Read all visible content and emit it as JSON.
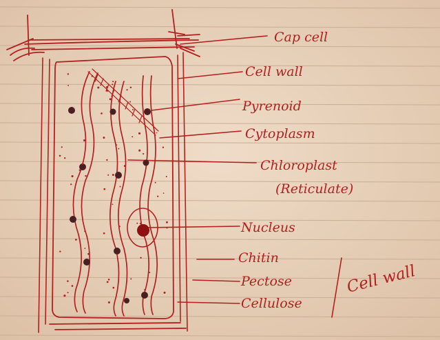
{
  "labels": {
    "cap_cell": "Cap cell",
    "cell_wall": "Cell wall",
    "pyrenoid": "Pyrenoid",
    "cytoplasm": "Cytoplasm",
    "chloroplast": "Chloroplast",
    "reticulate": "(Reticulate)",
    "nucleus": "Nucleus",
    "chitin": "Chitin",
    "pectose": "Pectose",
    "cellulose": "Cellulose",
    "cell_wall_group": "Cell wall"
  },
  "colors": {
    "paper": "#e9d3bc",
    "ruling": "#c9ad95",
    "ink": "#b3201f"
  }
}
